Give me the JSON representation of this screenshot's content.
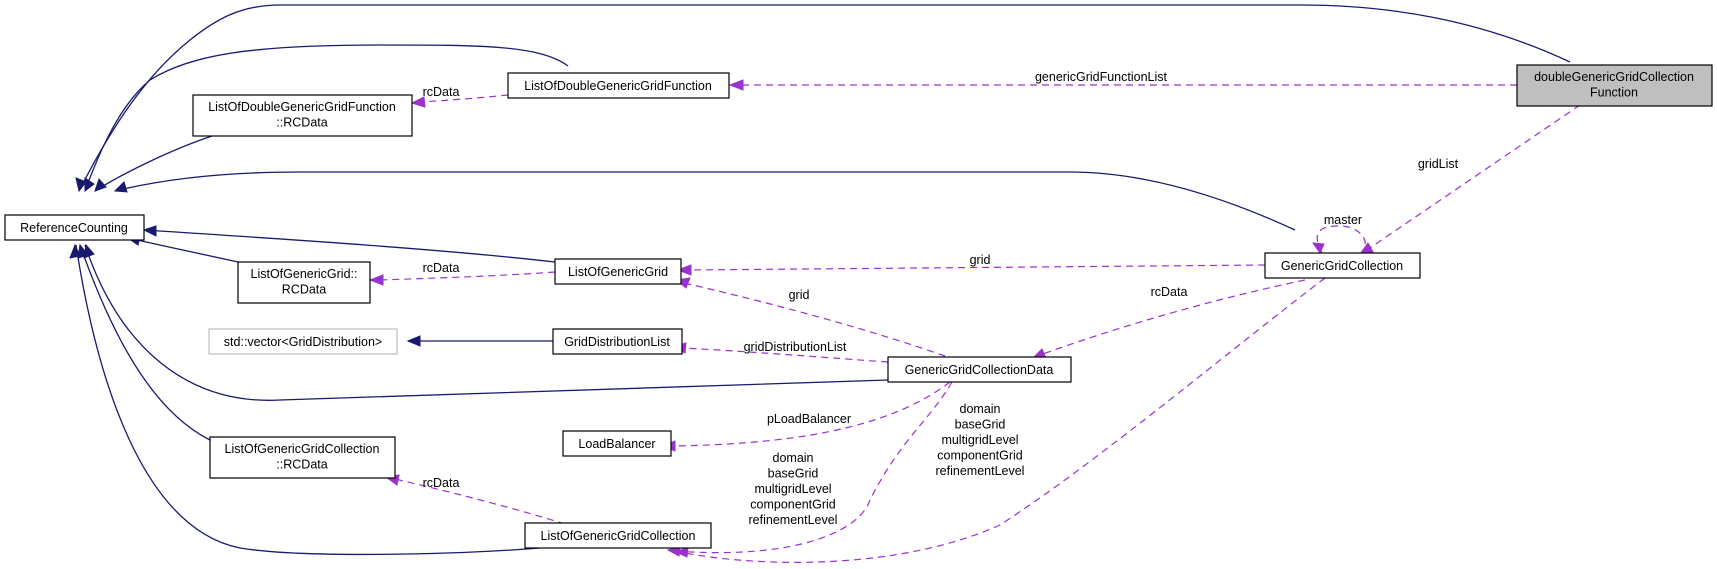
{
  "nodes": {
    "doubleGenericGridCollectionFunction": [
      "doubleGenericGridCollection",
      "Function"
    ],
    "listOfDoubleGenericGridFunction": [
      "ListOfDoubleGenericGridFunction"
    ],
    "listOfDoubleGenericGridFunctionRCData": [
      "ListOfDoubleGenericGridFunction",
      "::RCData"
    ],
    "referenceCounting": [
      "ReferenceCounting"
    ],
    "listOfGenericGrid": [
      "ListOfGenericGrid"
    ],
    "genericGridCollection": [
      "GenericGridCollection"
    ],
    "listOfGenericGridRCData": [
      "ListOfGenericGrid::",
      "RCData"
    ],
    "stdVectorGridDistribution": [
      "std::vector<GridDistribution>"
    ],
    "gridDistributionList": [
      "GridDistributionList"
    ],
    "genericGridCollectionData": [
      "GenericGridCollectionData"
    ],
    "loadBalancer": [
      "LoadBalancer"
    ],
    "listOfGenericGridCollectionRCData": [
      "ListOfGenericGridCollection",
      "::RCData"
    ],
    "listOfGenericGridCollection": [
      "ListOfGenericGridCollection"
    ]
  },
  "edge_labels": {
    "genericGridFunctionList": [
      "genericGridFunctionList"
    ],
    "rcData1": [
      "rcData"
    ],
    "gridList": [
      "gridList"
    ],
    "master": [
      "master"
    ],
    "grid1": [
      "grid"
    ],
    "rcData2": [
      "rcData"
    ],
    "grid2": [
      "grid"
    ],
    "rcData3": [
      "rcData"
    ],
    "gridDistributionList": [
      "gridDistributionList"
    ],
    "pLoadBalancer": [
      "pLoadBalancer"
    ],
    "rcData4": [
      "rcData"
    ],
    "membersRight": [
      "domain",
      "baseGrid",
      "multigridLevel",
      "componentGrid",
      "refinementLevel"
    ],
    "membersLeft": [
      "domain",
      "baseGrid",
      "multigridLevel",
      "componentGrid",
      "refinementLevel"
    ]
  },
  "colors": {
    "inheritance": "#191970",
    "usage": "#9a32cd",
    "focus_fill": "#bfbfbf",
    "external_border": "#bfbfbf"
  }
}
